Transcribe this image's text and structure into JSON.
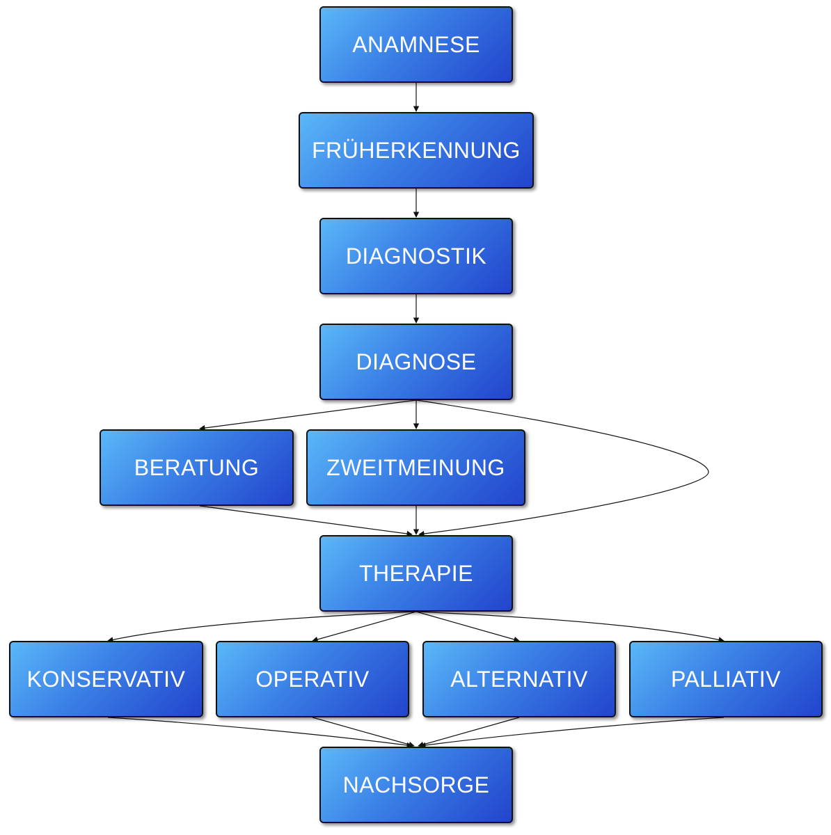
{
  "nodes": {
    "anamnese": "ANAMNESE",
    "frueherkennung": "FRÜHERKENNUNG",
    "diagnostik": "DIAGNOSTIK",
    "diagnose": "DIAGNOSE",
    "beratung": "BERATUNG",
    "zweitmeinung": "ZWEITMEINUNG",
    "therapie": "THERAPIE",
    "konservativ": "KONSERVATIV",
    "operativ": "OPERATIV",
    "alternativ": "ALTERNATIV",
    "palliativ": "PALLIATIV",
    "nachsorge": "NACHSORGE"
  },
  "edges": [
    [
      "anamnese",
      "frueherkennung"
    ],
    [
      "frueherkennung",
      "diagnostik"
    ],
    [
      "diagnostik",
      "diagnose"
    ],
    [
      "diagnose",
      "beratung"
    ],
    [
      "diagnose",
      "zweitmeinung"
    ],
    [
      "diagnose",
      "therapie"
    ],
    [
      "beratung",
      "therapie"
    ],
    [
      "zweitmeinung",
      "therapie"
    ],
    [
      "therapie",
      "konservativ"
    ],
    [
      "therapie",
      "operativ"
    ],
    [
      "therapie",
      "alternativ"
    ],
    [
      "therapie",
      "palliativ"
    ],
    [
      "konservativ",
      "nachsorge"
    ],
    [
      "operativ",
      "nachsorge"
    ],
    [
      "alternativ",
      "nachsorge"
    ],
    [
      "palliativ",
      "nachsorge"
    ]
  ],
  "colors": {
    "node_fill_light": "#5ab8f8",
    "node_fill_dark": "#2244cc",
    "node_border": "#111111",
    "node_text": "#ffffff",
    "edge": "#111111"
  }
}
